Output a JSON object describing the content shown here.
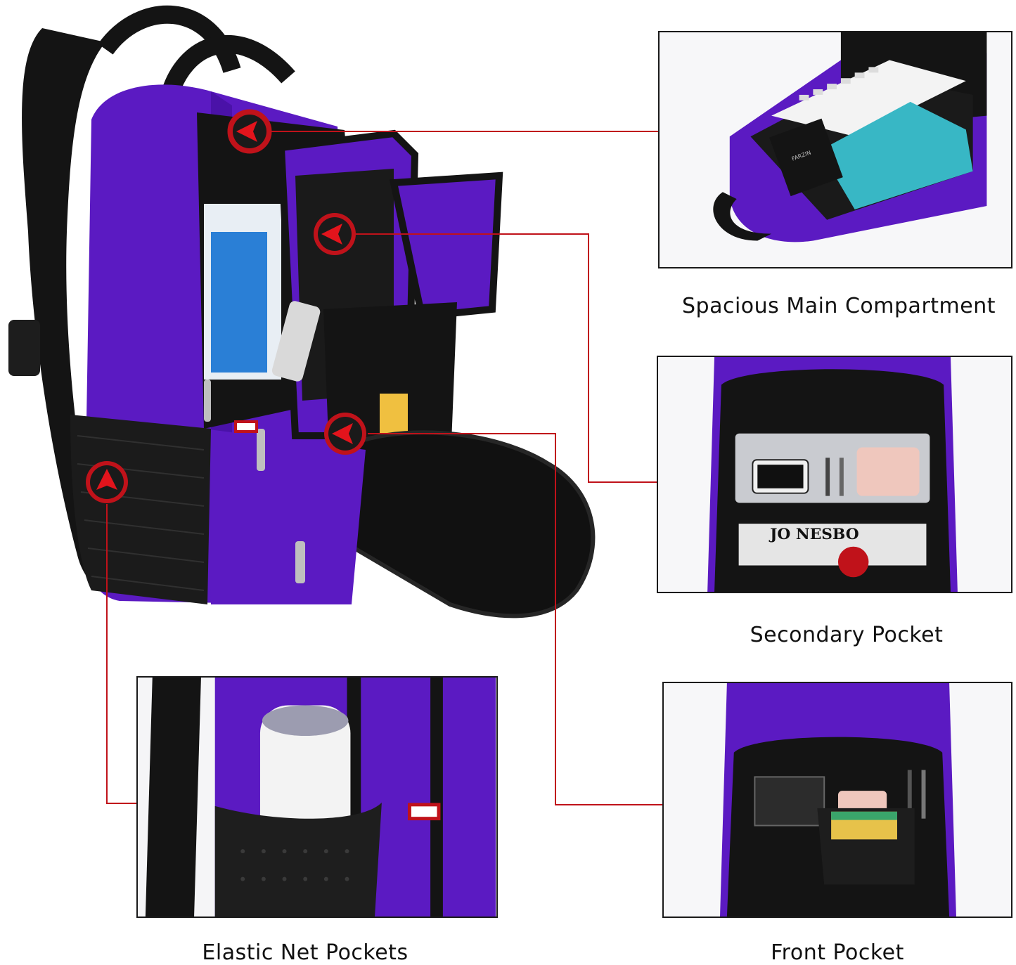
{
  "colors": {
    "purple": "#5b1ac2",
    "purple_dark": "#3f0f8f",
    "black": "#141414",
    "callout_red": "#c0121a",
    "inset_border": "#1a1a1a"
  },
  "features": {
    "main": {
      "caption": "Spacious Main Compartment"
    },
    "secondary": {
      "caption": "Secondary Pocket"
    },
    "front": {
      "caption": "Front Pocket"
    },
    "net": {
      "caption": "Elastic Net Pockets"
    }
  },
  "insets": {
    "main": {
      "keyboard_brand": "FARZIN"
    },
    "secondary": {
      "book_title": "JO NESBO"
    }
  },
  "icons": {
    "callout_marker": "arrow-in-circle-icon"
  }
}
